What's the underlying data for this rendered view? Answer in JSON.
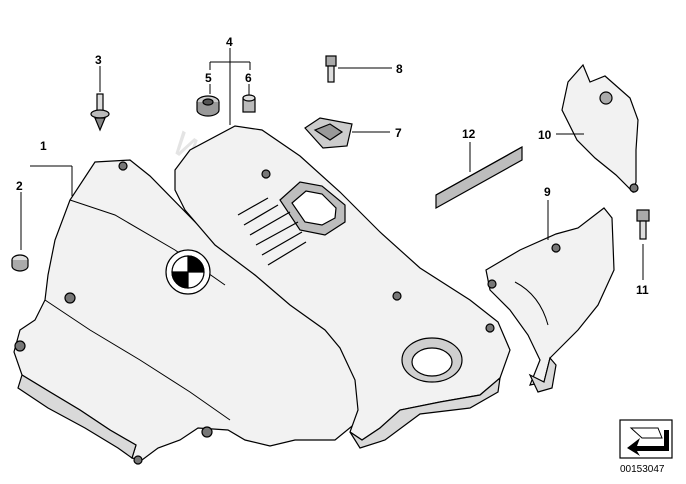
{
  "diagram": {
    "callouts": {
      "c1": "1",
      "c2": "2",
      "c3": "3",
      "c4": "4",
      "c5": "5",
      "c6": "6",
      "c7": "7",
      "c8": "8",
      "c9": "9",
      "c10": "10",
      "c11": "11",
      "c12": "12"
    },
    "watermark": "www.BMWstore.pl",
    "reference_id": "00153047",
    "logo": "BMW roundel"
  }
}
